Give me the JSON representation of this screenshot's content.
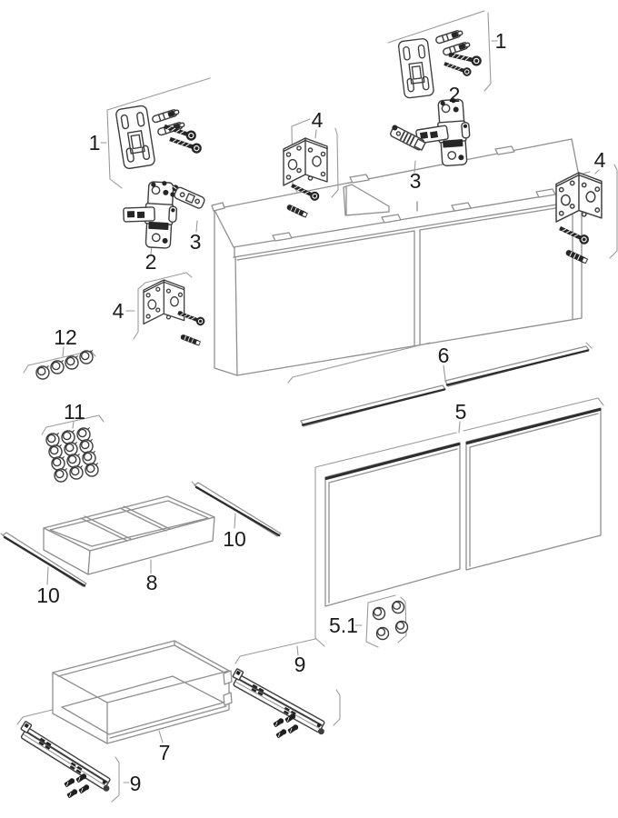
{
  "diagram": {
    "description": "Exploded assembly parts diagram of a two-drawer washbasin cabinet",
    "colors": {
      "background": "#ffffff",
      "furniture_outline": "#8f8f8f",
      "hardware_outline": "#3d3d3d",
      "hardware_dark": "#262626",
      "label_text": "#1b1b1b"
    },
    "callouts": {
      "n1l": "1",
      "n1r": "1",
      "n2l": "2",
      "n2r": "2",
      "n3l": "3",
      "n3r": "3",
      "n4l": "4",
      "n4m": "4",
      "n4r": "4",
      "n5": "5",
      "n5_1": "5.1",
      "n6": "6",
      "n7": "7",
      "n8": "8",
      "n9r": "9",
      "n9l": "9",
      "n10r": "10",
      "n10l": "10",
      "n11": "11",
      "n12": "12"
    },
    "parts": [
      {
        "number": "1",
        "name": "wall-mounting-plate-with-dowels-and-screws",
        "occurrences_shown": 2
      },
      {
        "number": "2",
        "name": "hinge-fitting",
        "occurrences_shown": 2
      },
      {
        "number": "3",
        "name": "fixing-clip",
        "occurrences_shown": 2
      },
      {
        "number": "4",
        "name": "corner-bracket-with-screw-and-plug",
        "occurrences_shown": 3
      },
      {
        "number": "5",
        "name": "drawer-front-panels",
        "occurrences_shown": 1
      },
      {
        "number": "5.1",
        "name": "front-fixing-screw-set",
        "occurrences_shown": 4
      },
      {
        "number": "6",
        "name": "handle-profile-strips",
        "occurrences_shown": 2
      },
      {
        "number": "7",
        "name": "drawer-box",
        "occurrences_shown": 1
      },
      {
        "number": "8",
        "name": "drawer-divider-tray",
        "occurrences_shown": 1
      },
      {
        "number": "9",
        "name": "drawer-slide-rail-with-screws",
        "occurrences_shown": 2
      },
      {
        "number": "10",
        "name": "profile-strip",
        "occurrences_shown": 2
      },
      {
        "number": "11",
        "name": "cover-caps",
        "occurrences_shown": 12
      },
      {
        "number": "12",
        "name": "cover-caps",
        "occurrences_shown": 4
      }
    ]
  }
}
